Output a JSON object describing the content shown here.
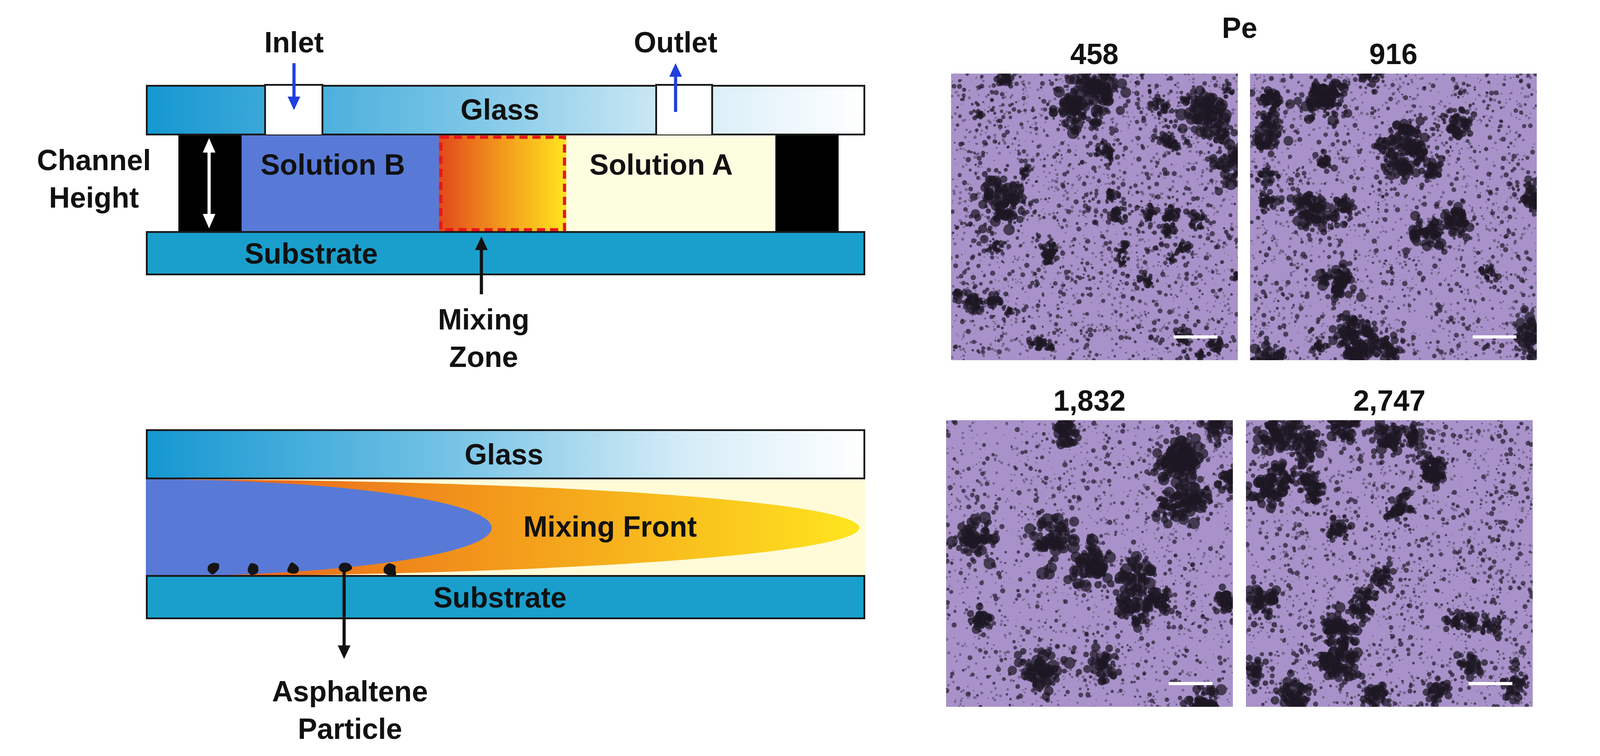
{
  "diagram": {
    "nodes": [
      {
        "text": [
          "Glass"
        ]
      },
      {
        "text": [
          "Solution B"
        ]
      },
      {
        "text": [
          "Solution A"
        ]
      },
      {
        "text": [
          "Substrate"
        ]
      },
      {
        "text": [
          "Glass"
        ]
      },
      {
        "text": [
          "Mixing Front"
        ]
      },
      {
        "text": [
          "Substrate"
        ]
      },
      {
        "text": [
          "458"
        ]
      },
      {
        "text": [
          "916"
        ]
      },
      {
        "text": [
          "1,832"
        ]
      },
      {
        "text": [
          "2,747"
        ]
      }
    ],
    "labels": [
      "Inlet",
      "Outlet",
      "Channel Height",
      "Mixing Zone",
      "Asphaltene Particle",
      "Pe"
    ]
  }
}
